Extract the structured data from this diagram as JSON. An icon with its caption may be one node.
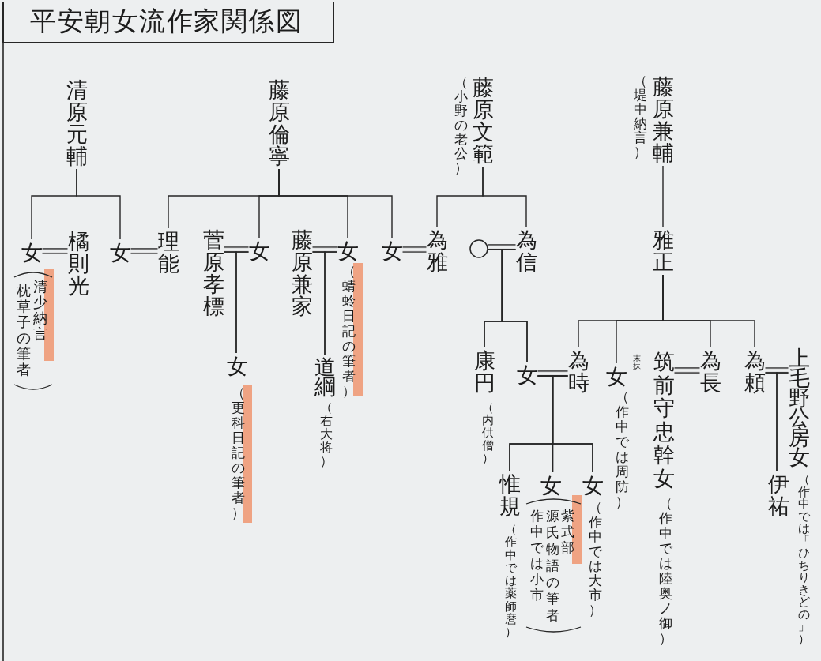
{
  "diagram": {
    "title": "平安朝女流作家関係図",
    "nodes": [
      {
        "text": [
          "清原元輔"
        ]
      },
      {
        "text": [
          "藤原倫寧"
        ]
      },
      {
        "text": [
          "藤原文範"
        ],
        "beside": [
          "（小野の老公）"
        ]
      },
      {
        "text": [
          "藤原兼輔"
        ],
        "beside": [
          "（堤中納言）"
        ]
      },
      {
        "text": [
          "女"
        ],
        "beside": [
          "清少納言",
          "枕草子の筆者"
        ]
      },
      {
        "text": [
          "橘則光"
        ]
      },
      {
        "text": [
          "女"
        ]
      },
      {
        "text": [
          "理能"
        ]
      },
      {
        "text": [
          "菅原孝標"
        ]
      },
      {
        "text": [
          "女"
        ]
      },
      {
        "text": [
          "藤原兼家"
        ]
      },
      {
        "text": [
          "女"
        ],
        "beside": [
          "（蜻蛉日記の筆者）"
        ]
      },
      {
        "text": [
          "女"
        ],
        "beside": [
          "（更科日記の筆者）"
        ]
      },
      {
        "text": [
          "道綱"
        ],
        "beside": [
          "（右大将）"
        ]
      },
      {
        "text": [
          "女"
        ]
      },
      {
        "text": [
          "為雅"
        ]
      },
      {
        "text": [],
        "shape": "circle"
      },
      {
        "text": [
          "為信"
        ]
      },
      {
        "text": [
          "雅正"
        ]
      },
      {
        "text": [
          "康円"
        ],
        "beside": [
          "（内供僧）"
        ]
      },
      {
        "text": [
          "女"
        ]
      },
      {
        "text": [
          "為時"
        ]
      },
      {
        "text": [
          "女"
        ],
        "beside": [
          "末妹",
          "（作中では周防）"
        ]
      },
      {
        "text": [
          "筑前守忠幹女"
        ],
        "beside": [
          "（作中では陸奥ノ御）"
        ]
      },
      {
        "text": [
          "為長"
        ]
      },
      {
        "text": [
          "為頼"
        ]
      },
      {
        "text": [
          "上毛野公房女"
        ],
        "beside": [
          "（作中では「ひちりきどの」）"
        ]
      },
      {
        "text": [
          "惟規"
        ],
        "beside": [
          "（作中では薬師麿）"
        ]
      },
      {
        "text": [
          "女"
        ],
        "beside": [
          "紫式部",
          "源氏物語の筆者",
          "作中では小市"
        ]
      },
      {
        "text": [
          "女"
        ],
        "beside": [
          "（作中では大市）"
        ]
      },
      {
        "text": [
          "伊祐"
        ]
      }
    ],
    "edges": [
      {
        "from": 0,
        "to": 4,
        "arrow": "none"
      },
      {
        "from": 0,
        "to": 6,
        "arrow": "none"
      },
      {
        "from": 1,
        "to": 7,
        "arrow": "none"
      },
      {
        "from": 1,
        "to": 9,
        "arrow": "none"
      },
      {
        "from": 1,
        "to": 11,
        "arrow": "none"
      },
      {
        "from": 1,
        "to": 14,
        "arrow": "none"
      },
      {
        "from": 2,
        "to": 15,
        "arrow": "none"
      },
      {
        "from": 2,
        "to": 17,
        "arrow": "none"
      },
      {
        "from": 3,
        "to": 18,
        "arrow": "none"
      },
      {
        "from": 18,
        "to": 21,
        "arrow": "none"
      },
      {
        "from": 18,
        "to": 22,
        "arrow": "none"
      },
      {
        "from": 18,
        "to": 24,
        "arrow": "none"
      },
      {
        "from": 18,
        "to": 25,
        "arrow": "none"
      },
      {
        "from": 4,
        "to": 5,
        "arrow": "none"
      },
      {
        "from": 6,
        "to": 7,
        "arrow": "none"
      },
      {
        "from": 8,
        "to": 9,
        "arrow": "none"
      },
      {
        "from": 10,
        "to": 11,
        "arrow": "none"
      },
      {
        "from": 14,
        "to": 15,
        "arrow": "none"
      },
      {
        "from": 16,
        "to": 17,
        "arrow": "none"
      },
      {
        "from": 20,
        "to": 21,
        "arrow": "none"
      },
      {
        "from": 23,
        "to": 24,
        "arrow": "none"
      },
      {
        "from": 25,
        "to": 26,
        "arrow": "none"
      },
      {
        "from": 8,
        "to": 12,
        "arrow": "none"
      },
      {
        "from": 9,
        "to": 12,
        "arrow": "none"
      },
      {
        "from": 10,
        "to": 13,
        "arrow": "none"
      },
      {
        "from": 11,
        "to": 13,
        "arrow": "none"
      },
      {
        "from": 16,
        "to": 19,
        "arrow": "none"
      },
      {
        "from": 17,
        "to": 19,
        "arrow": "none"
      },
      {
        "from": 16,
        "to": 20,
        "arrow": "none"
      },
      {
        "from": 17,
        "to": 20,
        "arrow": "none"
      },
      {
        "from": 20,
        "to": 27,
        "arrow": "none"
      },
      {
        "from": 21,
        "to": 27,
        "arrow": "none"
      },
      {
        "from": 20,
        "to": 28,
        "arrow": "none"
      },
      {
        "from": 21,
        "to": 28,
        "arrow": "none"
      },
      {
        "from": 20,
        "to": 29,
        "arrow": "none"
      },
      {
        "from": 21,
        "to": 29,
        "arrow": "none"
      },
      {
        "from": 25,
        "to": 30,
        "arrow": "none"
      },
      {
        "from": 26,
        "to": 30,
        "arrow": "none"
      }
    ]
  }
}
